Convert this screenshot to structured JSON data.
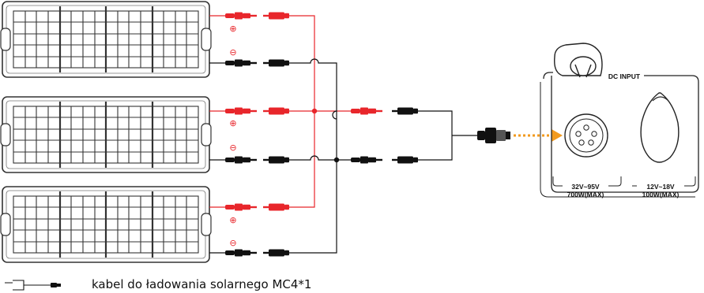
{
  "diagram": {
    "polarity": {
      "positive": "⊕",
      "negative": "⊖"
    },
    "station": {
      "port_label": "DC INPUT",
      "left_input_voltage": "32V~95V",
      "left_input_power": "700W(MAX)",
      "right_input_voltage": "12V~18V",
      "right_input_power": "100W(MAX)"
    },
    "legend": {
      "text": "kabel do ładowania solarnego MC4*1"
    },
    "colors": {
      "positive_wire": "#e8262b",
      "negative_wire": "#111111",
      "dc_arrow": "#f29a1e",
      "panel_frame": "#333333"
    }
  }
}
